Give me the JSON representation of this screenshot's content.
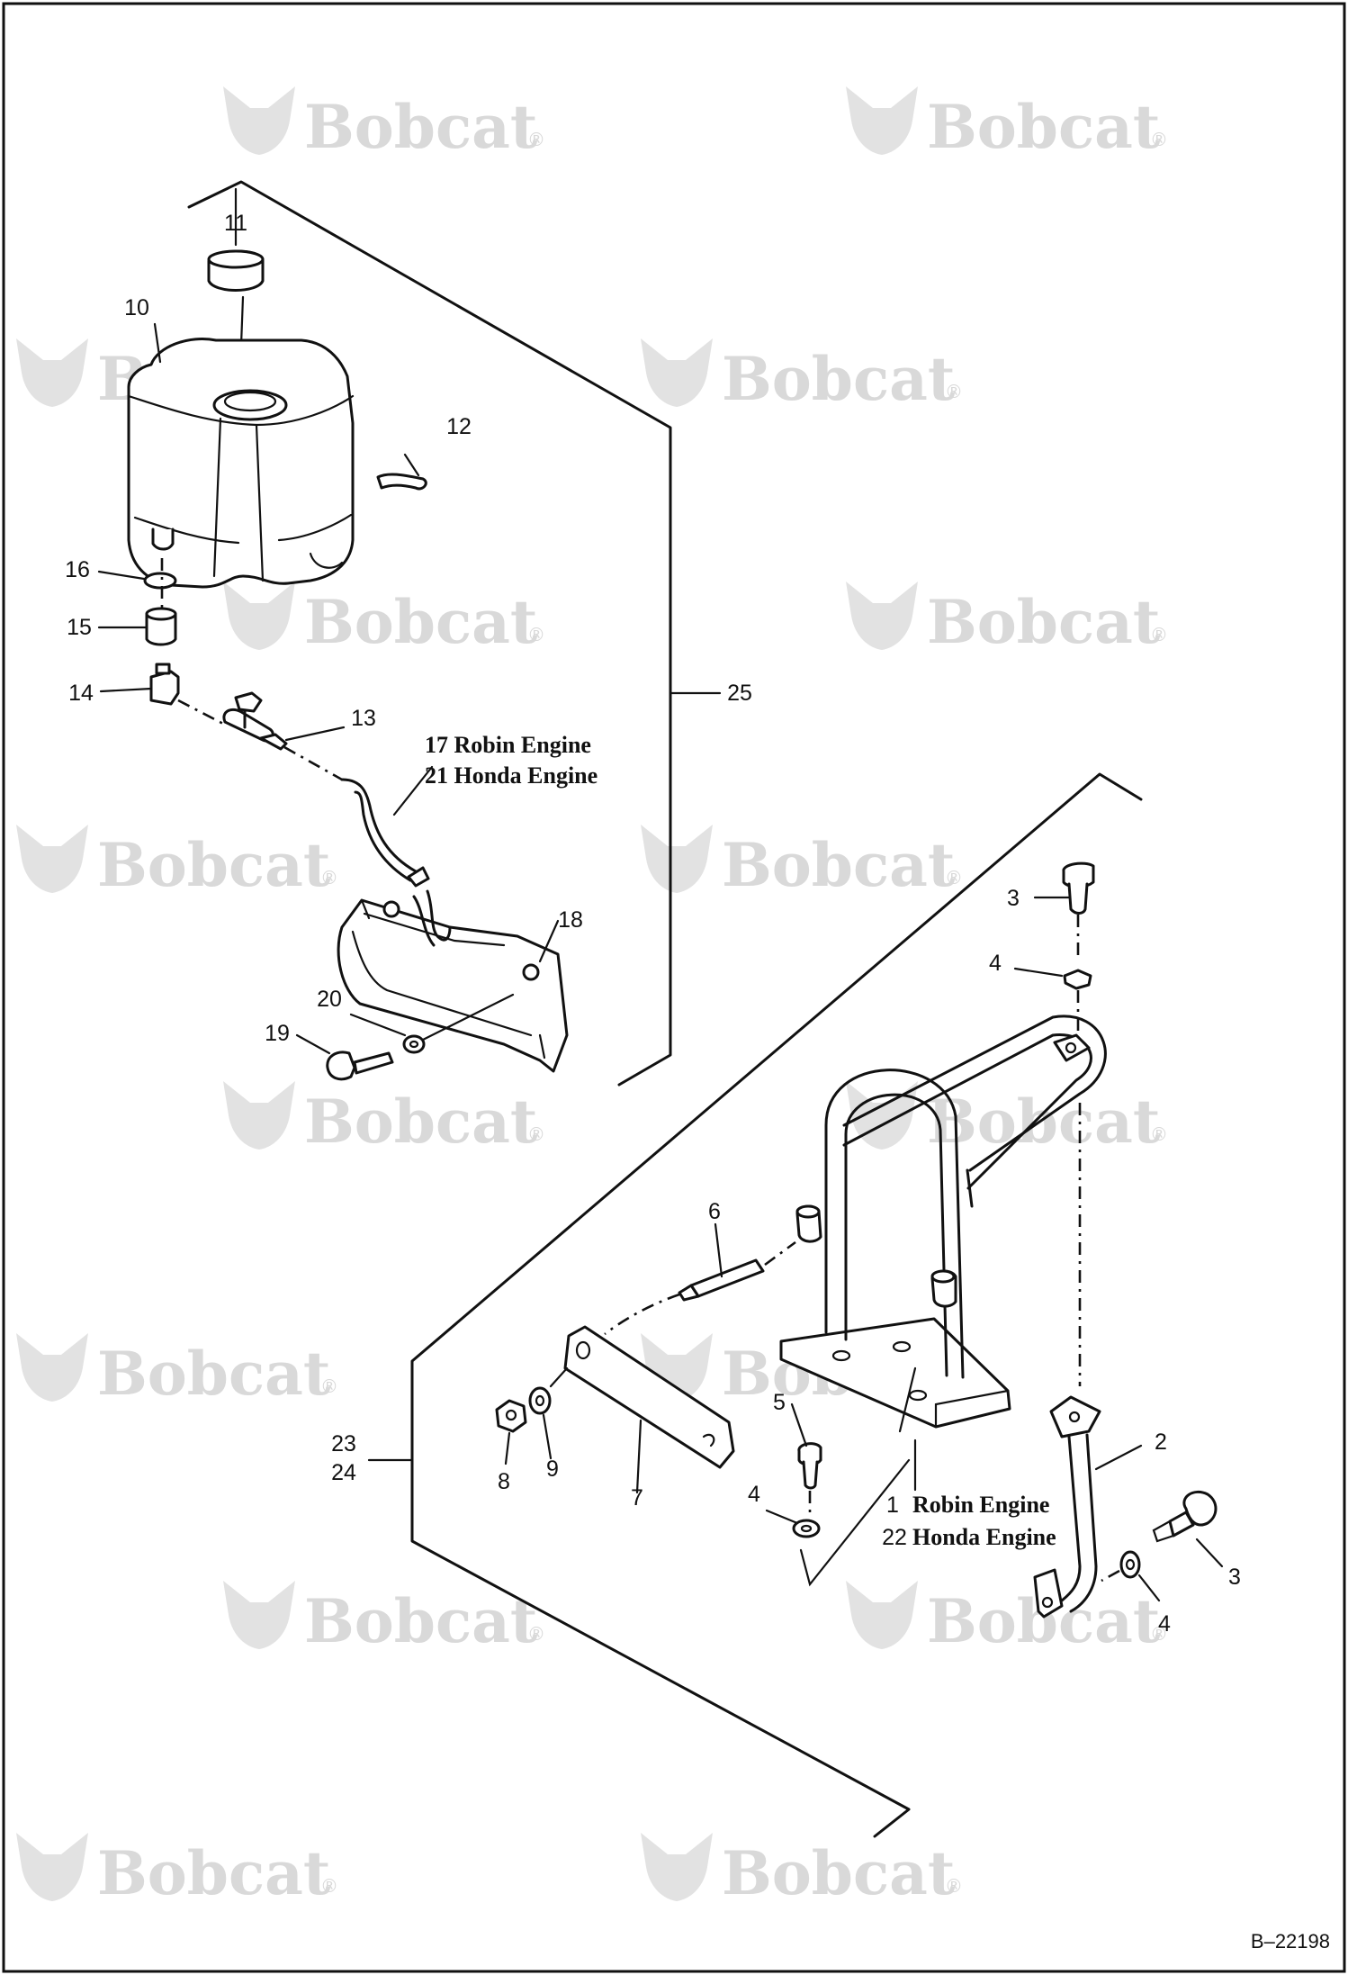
{
  "watermark": {
    "brand": "Bobcat",
    "reg_mark": "®"
  },
  "document": {
    "id": "B–22198"
  },
  "callouts": {
    "c1": "1",
    "c2": "2",
    "c3a": "3",
    "c3b": "3",
    "c4a": "4",
    "c4b": "4",
    "c4c": "4",
    "c5": "5",
    "c6": "6",
    "c7": "7",
    "c8": "8",
    "c9": "9",
    "c10": "10",
    "c11": "11",
    "c12": "12",
    "c13": "13",
    "c14": "14",
    "c15": "15",
    "c16": "16",
    "c18": "18",
    "c19": "19",
    "c20": "20",
    "c22": "22",
    "c23": "23",
    "c24": "24",
    "c25": "25"
  },
  "engine_labels": {
    "hose_robin": "17 Robin Engine",
    "hose_honda": "21 Honda Engine",
    "guard_robin": "Robin Engine",
    "guard_honda": "Honda Engine"
  }
}
